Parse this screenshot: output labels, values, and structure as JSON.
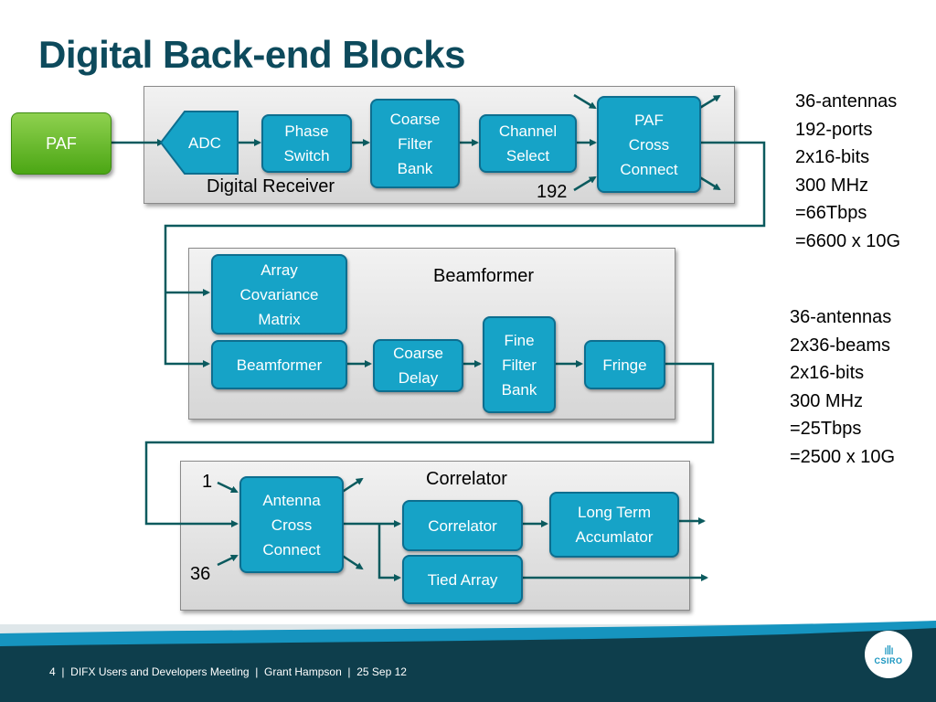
{
  "title": "Digital Back-end Blocks",
  "paf": "PAF",
  "digital_receiver": {
    "label": "Digital Receiver",
    "adc": "ADC",
    "phase_switch": [
      "Phase",
      "Switch"
    ],
    "coarse_filter_bank": [
      "Coarse",
      "Filter",
      "Bank"
    ],
    "channel_select": [
      "Channel",
      "Select"
    ],
    "paf_cross_connect": [
      "PAF",
      "Cross",
      "Connect"
    ],
    "ports_label": "192"
  },
  "beamformer_panel": {
    "label": "Beamformer",
    "array_covariance_matrix": [
      "Array",
      "Covariance",
      "Matrix"
    ],
    "beamformer": "Beamformer",
    "coarse_delay": [
      "Coarse",
      "Delay"
    ],
    "fine_filter_bank": [
      "Fine",
      "Filter",
      "Bank"
    ],
    "fringe": "Fringe"
  },
  "correlator_panel": {
    "label": "Correlator",
    "input_first": "1",
    "input_last": "36",
    "antenna_cross_connect": [
      "Antenna",
      "Cross",
      "Connect"
    ],
    "correlator": "Correlator",
    "tied_array": "Tied Array",
    "long_term_accumulator": [
      "Long Term",
      "Accumlator"
    ]
  },
  "rates_top": [
    "36-antennas",
    "192-ports",
    "2x16-bits",
    "300 MHz",
    "=66Tbps",
    "=6600 x 10G"
  ],
  "rates_mid": [
    "36-antennas",
    "2x36-beams",
    "2x16-bits",
    "300 MHz",
    "=25Tbps",
    "=2500 x 10G"
  ],
  "footer": {
    "page": "4",
    "separator": "|",
    "event": "DIFX Users and Developers Meeting",
    "author": "Grant Hampson",
    "date": "25 Sep 12",
    "logo_text": "CSIRO"
  },
  "colors": {
    "title": "#0d4a5c",
    "block_fill": "#16a3c7",
    "block_border": "#0d6e8f",
    "connector": "#0b5a5e",
    "paf_green": "#5cb82a",
    "footer_dark": "#0e3e4c",
    "footer_light": "#1694bf"
  }
}
